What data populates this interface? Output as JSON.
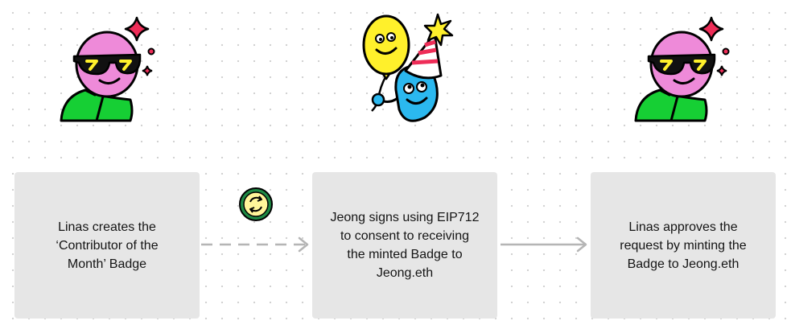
{
  "steps": [
    {
      "text": "Linas creates the\n‘Contributor of the\nMonth’ Badge"
    },
    {
      "text": "Jeong signs using EIP712\nto consent to receiving\nthe minted Badge to\nJeong.eth"
    },
    {
      "text": "Linas approves the\nrequest by minting the\nBadge to Jeong.eth"
    }
  ],
  "connectors": [
    {
      "style": "dashed",
      "icon": "signature-refresh-icon",
      "color": "#b5b5b5"
    },
    {
      "style": "solid",
      "color": "#b5b5b5"
    }
  ],
  "illustrations": [
    {
      "icon": "cool-character-sunglasses-icon"
    },
    {
      "icon": "party-balloons-icon"
    },
    {
      "icon": "cool-character-sunglasses-icon"
    }
  ],
  "colors": {
    "box_fill": "#e6e6e6",
    "pink": "#ee8ad9",
    "green": "#16cf34",
    "red": "#ee2d58",
    "yellow": "#fff02b",
    "blue": "#2bb8ef",
    "badge_green": "#1e8a45"
  }
}
